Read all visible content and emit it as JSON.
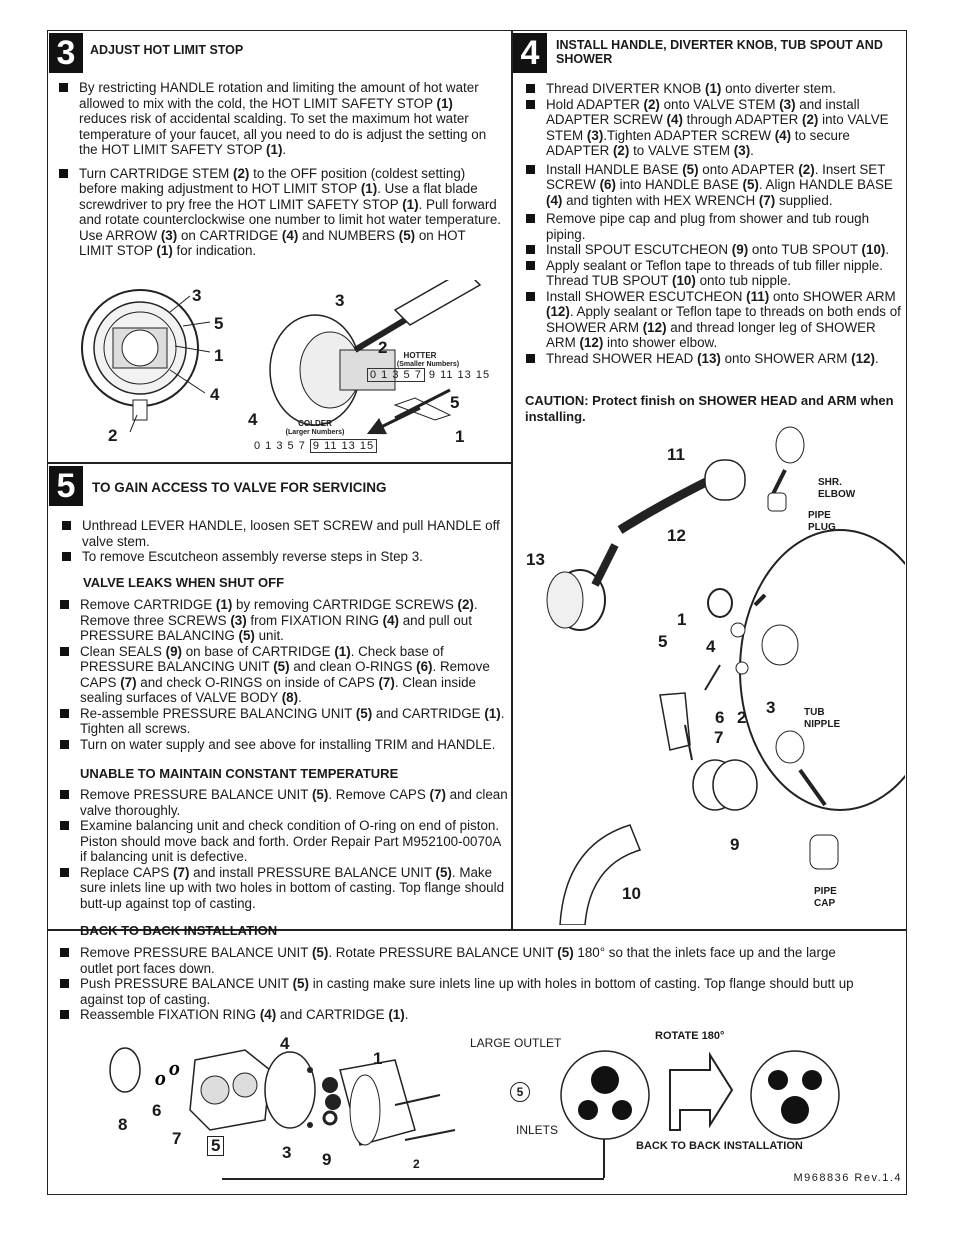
{
  "step3": {
    "num": "3",
    "title": "ADJUST HOT LIMIT STOP",
    "bullets": [
      "By restricting HANDLE rotation and limiting the amount of hot water allowed to mix with the cold, the HOT LIMIT SAFETY STOP (1) reduces risk of accidental scalding. To set the maximum hot water temperature of your faucet, all you need to do is adjust the setting on the HOT LIMIT SAFETY STOP (1).",
      "Turn CARTRIDGE STEM (2) to the OFF position (coldest setting) before making adjustment to HOT LIMIT STOP (1). Use a flat blade screwdriver to pry free the HOT LIMIT SAFETY STOP (1). Pull forward and rotate counterclockwise one number to limit hot water temperature. Use ARROW (3) on CARTRIDGE (4) and NUMBERS (5) on HOT LIMIT STOP (1) for indication."
    ],
    "fig_labels": [
      "3",
      "5",
      "1",
      "4",
      "2",
      "3",
      "2",
      "4",
      "5",
      "1"
    ],
    "hotter": "HOTTER",
    "hotter_sub": "(Smaller Numbers)",
    "colder": "COLDER",
    "colder_sub": "(Larger Numbers)",
    "scale_top_boxed": "0 1 3 5 7",
    "scale_top_rest": "9 11 13 15",
    "scale_bottom_rest": "0 1 3 5 7",
    "scale_bottom_boxed": "9 11 13 15"
  },
  "step4": {
    "num": "4",
    "title": "INSTALL HANDLE, DIVERTER KNOB, TUB SPOUT AND SHOWER",
    "bullets": [
      "Thread DIVERTER KNOB (1) onto diverter stem.",
      "Hold ADAPTER (2) onto VALVE STEM (3) and install ADAPTER SCREW (4) through ADAPTER (2) into VALVE STEM (3).Tighten ADAPTER SCREW (4) to secure ADAPTER (2) to VALVE STEM (3).",
      "Install HANDLE BASE (5) onto ADAPTER (2). Insert SET SCREW (6) into HANDLE BASE (5). Align HANDLE BASE (4) and tighten with HEX WRENCH (7) supplied.",
      "Remove pipe cap and plug from shower and tub rough piping.",
      "Install SPOUT ESCUTCHEON (9) onto TUB SPOUT (10).",
      "Apply sealant or Teflon tape to threads of tub filler nipple. Thread TUB SPOUT (10) onto tub nipple.",
      "Install SHOWER ESCUTCHEON (11) onto SHOWER ARM (12). Apply sealant or Teflon tape to threads on both ends of SHOWER ARM (12) and thread longer leg of SHOWER ARM (12) into shower elbow.",
      "Thread SHOWER HEAD (13) onto SHOWER ARM (12)."
    ],
    "caution": "CAUTION: Protect finish on SHOWER HEAD and ARM when installing.",
    "fig_labels": [
      "11",
      "12",
      "13",
      "1",
      "5",
      "4",
      "6",
      "2",
      "7",
      "3",
      "9",
      "10"
    ],
    "shr_elbow": "SHR. ELBOW",
    "pipe_plug": "PIPE PLUG",
    "tub_nipple": "TUB NIPPLE",
    "pipe_cap": "PIPE CAP"
  },
  "step5": {
    "num": "5",
    "title": "TO GAIN ACCESS TO VALVE FOR SERVICING",
    "bullets": [
      "Unthread LEVER HANDLE, loosen SET SCREW and pull HANDLE off valve stem.",
      "To remove Escutcheon assembly reverse steps in Step 3."
    ],
    "leaks_title": "VALVE LEAKS WHEN SHUT OFF",
    "leaks": [
      "Remove CARTRIDGE (1) by removing CARTRIDGE SCREWS (2). Remove three SCREWS (3) from FIXATION RING (4) and pull out PRESSURE BALANCING (5) unit.",
      "Clean SEALS (9) on base of CARTRIDGE (1). Check base of PRESSURE BALANCING UNIT (5) and clean O-RINGS (6). Remove CAPS (7) and check O-RINGS on inside of CAPS (7). Clean inside sealing surfaces of VALVE BODY (8).",
      "Re-assemble PRESSURE BALANCING UNIT (5) and CARTRIDGE (1). Tighten all screws.",
      "Turn on water supply and see above for installing TRIM and HANDLE."
    ],
    "temp_title": "UNABLE TO MAINTAIN CONSTANT TEMPERATURE",
    "temp": [
      "Remove PRESSURE BALANCE UNIT (5). Remove CAPS (7) and clean valve thoroughly.",
      "Examine balancing unit and check condition of O-ring on end of piston. Piston should move back and forth. Order Repair Part M952100-0070A if balancing unit is defective.",
      "Replace CAPS (7) and install PRESSURE BALANCE UNIT (5). Make sure inlets line up with two holes in bottom of casting. Top flange should butt-up against top of casting."
    ],
    "btb_title": "BACK TO BACK INSTALLATION",
    "btb": [
      "Remove PRESSURE BALANCE UNIT (5). Rotate PRESSURE BALANCE UNIT (5) 180° so that the inlets face up and the large outlet port faces down.",
      "Push PRESSURE BALANCE UNIT (5) in casting make sure inlets line up with holes in bottom of casting. Top flange should butt up against top of casting.",
      "Reassemble FIXATION RING (4) and CARTRIDGE (1)."
    ],
    "fig_labels": [
      "8",
      "6",
      "7",
      "5",
      "4",
      "3",
      "9",
      "1",
      "2"
    ],
    "large_outlet": "LARGE OUTLET",
    "inlets": "INLETS",
    "unit_label": "5",
    "rotate": "ROTATE 180°",
    "btb_caption": "BACK TO BACK INSTALLATION"
  },
  "footer": "M968836 Rev.1.4"
}
